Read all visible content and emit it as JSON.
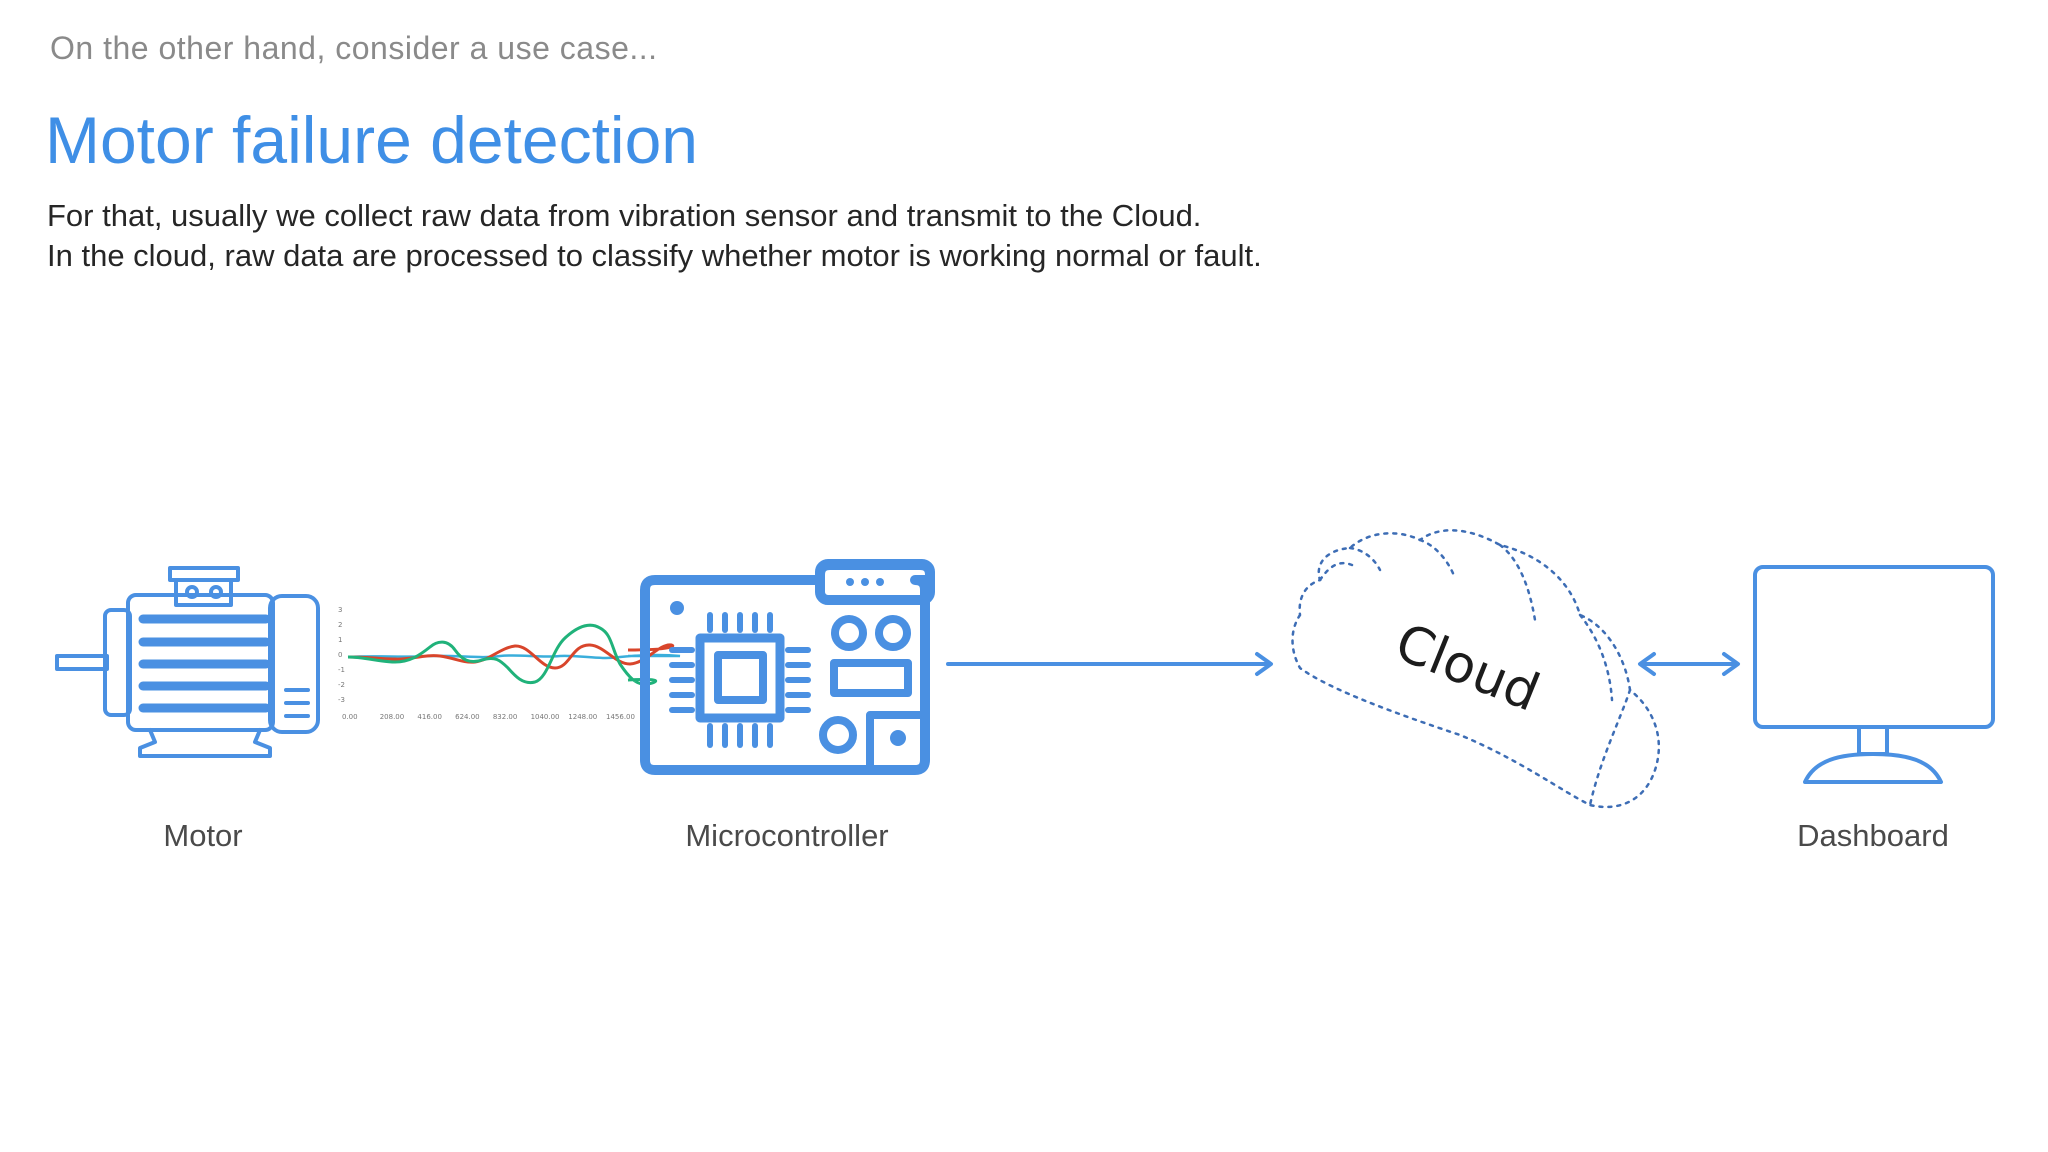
{
  "slide": {
    "kicker": "On the other hand, consider a use case...",
    "title": "Motor failure detection",
    "description": [
      "For that, usually we collect raw data from vibration sensor and transmit to the Cloud.",
      "In the cloud, raw data are processed to classify whether motor is working normal or fault."
    ]
  },
  "diagram": {
    "nodes": [
      {
        "id": "motor",
        "label": "Motor",
        "icon": "motor-icon"
      },
      {
        "id": "microcontroller",
        "label": "Microcontroller",
        "icon": "circuit-board-icon"
      },
      {
        "id": "cloud",
        "label": "Cloud",
        "icon": "cloud-icon"
      },
      {
        "id": "dashboard",
        "label": "Dashboard",
        "icon": "monitor-icon"
      }
    ],
    "edges": [
      {
        "from": "microcontroller",
        "to": "cloud",
        "direction": "one-way"
      },
      {
        "from": "cloud",
        "to": "dashboard",
        "direction": "two-way"
      }
    ],
    "signal_plot": {
      "y_ticks": [
        "3",
        "2",
        "1",
        "0",
        "-1",
        "-2",
        "-3"
      ],
      "x_ticks": [
        "0.00",
        "208.00",
        "416.00",
        "624.00",
        "832.00",
        "1040.00",
        "1248.00",
        "1456.00"
      ]
    },
    "colors": {
      "icon_blue": "#4a90e2",
      "title_blue": "#3f8fe6",
      "signal_red": "#d8452b",
      "signal_green": "#20b27a",
      "signal_cyan": "#3aaedb"
    }
  }
}
